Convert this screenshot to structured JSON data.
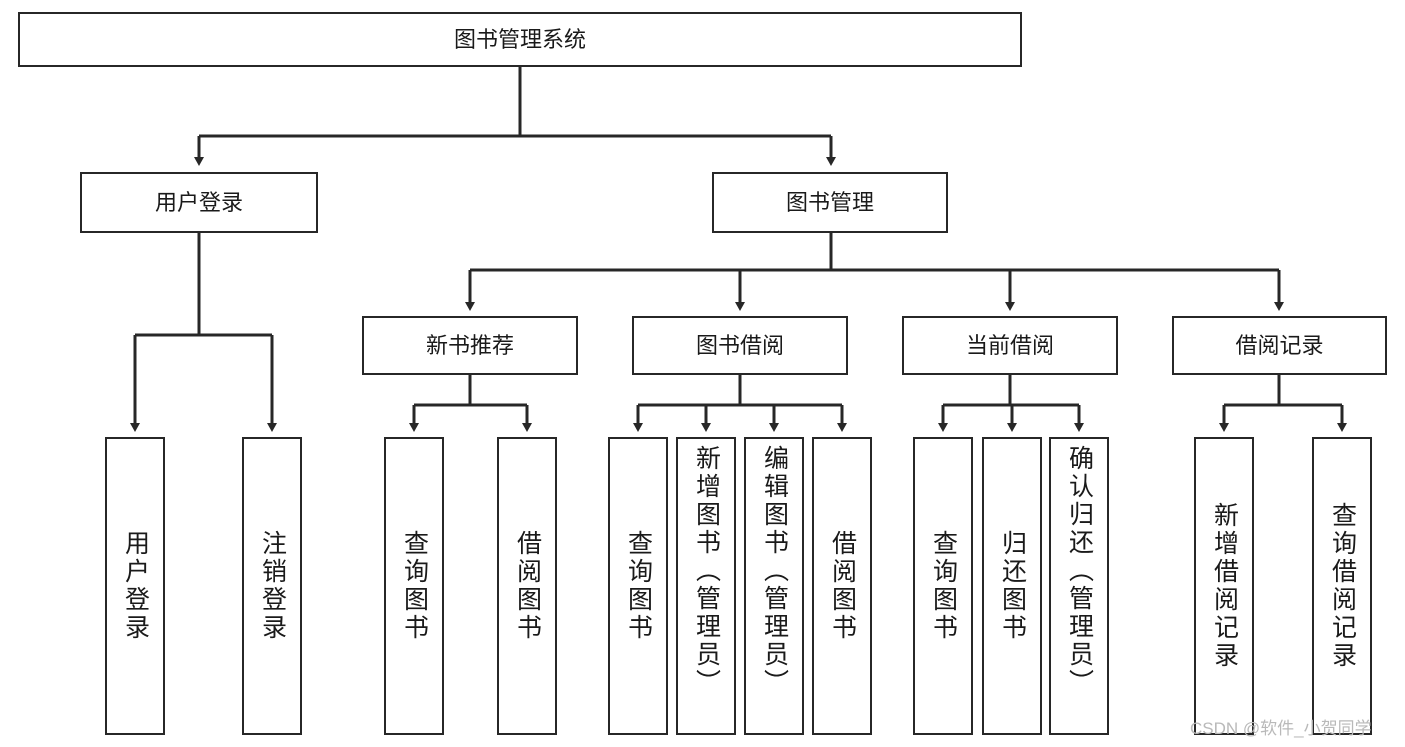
{
  "diagram": {
    "title": "图书管理系统",
    "watermark": "CSDN @软件_小贺同学",
    "colors": {
      "stroke": "#272727",
      "fill": "#ffffff",
      "text": "#1a1a1a",
      "watermark": "#b9b9b9"
    },
    "root": {
      "label": "图书管理系统"
    },
    "level2": [
      {
        "label": "用户登录"
      },
      {
        "label": "图书管理"
      }
    ],
    "level3": [
      {
        "label": "新书推荐"
      },
      {
        "label": "图书借阅"
      },
      {
        "label": "当前借阅"
      },
      {
        "label": "借阅记录"
      }
    ],
    "leaves": {
      "user_login": [
        {
          "label": "用户登录"
        },
        {
          "label": "注销登录"
        }
      ],
      "new_book": [
        {
          "label": "查询图书"
        },
        {
          "label": "借阅图书"
        }
      ],
      "book_borrow": [
        {
          "label": "查询图书"
        },
        {
          "label": "新增图书（管理员）"
        },
        {
          "label": "编辑图书（管理员）"
        },
        {
          "label": "借阅图书"
        }
      ],
      "current_borrow": [
        {
          "label": "查询图书"
        },
        {
          "label": "归还图书"
        },
        {
          "label": "确认归还（管理员）"
        }
      ],
      "borrow_record": [
        {
          "label": "新增借阅记录"
        },
        {
          "label": "查询借阅记录"
        }
      ]
    }
  }
}
